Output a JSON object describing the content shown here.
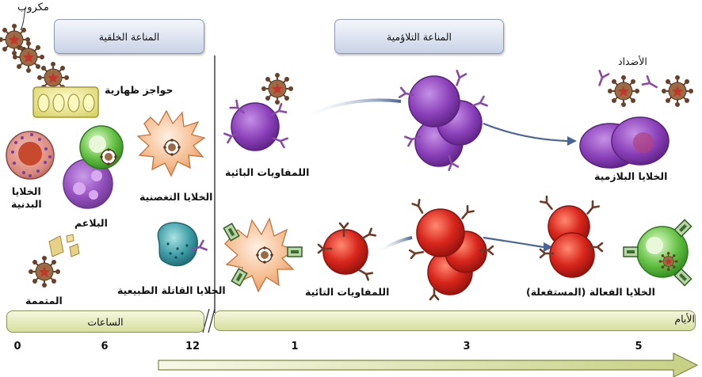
{
  "headers": {
    "innate": "المناعة الخلقية",
    "adaptive": "المناعة التلاؤمية"
  },
  "labels": {
    "microbe": "مكروب",
    "epithelial_barriers": "حواجز ظهارية",
    "phagocytes": "الخلايا\nالبدنية",
    "macrophages": "البلاعم",
    "dendritic_cells": "الخلايا التغصنية",
    "complement": "المتممة",
    "nk_cells": "الخلايا القاتلة الطبيعية",
    "b_lymphocytes": "اللمفاويات البائية",
    "antibodies": "الأضداد",
    "plasma_cells": "الخلايا البلازمية",
    "t_lymphocytes": "اللمفاويات التائية",
    "effector_t_cells": "الخلايا الفعالة (المستفعلة)"
  },
  "timeline": {
    "hours_label": "الساعات",
    "days_label": "الأيام"
  },
  "ticks": {
    "t0": "0",
    "t6": "6",
    "t12": "12",
    "t1": "1",
    "t3": "3",
    "t5": "5"
  },
  "colors": {
    "header_fill": "#c9d3e6",
    "timeline_fill": "#d6df9c",
    "b_cell": "#8a3fb8",
    "t_cell": "#d8261c",
    "dendritic": "#f0a877",
    "macrophage": "#62c043",
    "nk": "#3d9ca5",
    "microbe": "#8a5a3a"
  }
}
